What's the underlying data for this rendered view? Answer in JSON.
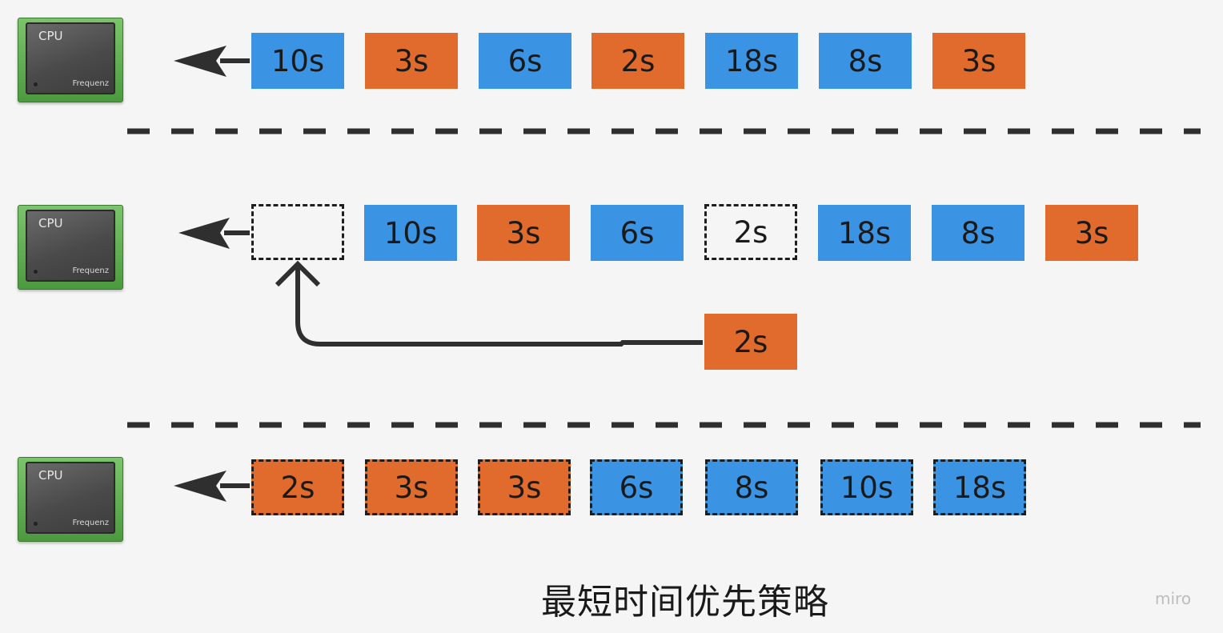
{
  "colors": {
    "short_job": "#e06b2c",
    "long_job": "#3b94e3",
    "background": "#f5f5f5",
    "line": "#2f2f2f"
  },
  "cpu": {
    "label": "CPU",
    "sublabel": "Frequenz"
  },
  "rows": [
    {
      "jobs": [
        {
          "label": "10s",
          "kind": "blue"
        },
        {
          "label": "3s",
          "kind": "orange"
        },
        {
          "label": "6s",
          "kind": "blue"
        },
        {
          "label": "2s",
          "kind": "orange"
        },
        {
          "label": "18s",
          "kind": "blue"
        },
        {
          "label": "8s",
          "kind": "blue"
        },
        {
          "label": "3s",
          "kind": "orange"
        }
      ]
    },
    {
      "jobs": [
        {
          "label": "",
          "kind": "empty-slot"
        },
        {
          "label": "10s",
          "kind": "blue"
        },
        {
          "label": "3s",
          "kind": "orange"
        },
        {
          "label": "6s",
          "kind": "blue"
        },
        {
          "label": "2s",
          "kind": "vacated"
        },
        {
          "label": "18s",
          "kind": "blue"
        },
        {
          "label": "8s",
          "kind": "blue"
        },
        {
          "label": "3s",
          "kind": "orange"
        }
      ],
      "moving_job": {
        "label": "2s",
        "kind": "orange"
      }
    },
    {
      "jobs": [
        {
          "label": "2s",
          "kind": "orange"
        },
        {
          "label": "3s",
          "kind": "orange"
        },
        {
          "label": "3s",
          "kind": "orange"
        },
        {
          "label": "6s",
          "kind": "blue"
        },
        {
          "label": "8s",
          "kind": "blue"
        },
        {
          "label": "10s",
          "kind": "blue"
        },
        {
          "label": "18s",
          "kind": "blue"
        }
      ]
    }
  ],
  "caption": "最短时间优先策略",
  "watermark": "miro"
}
